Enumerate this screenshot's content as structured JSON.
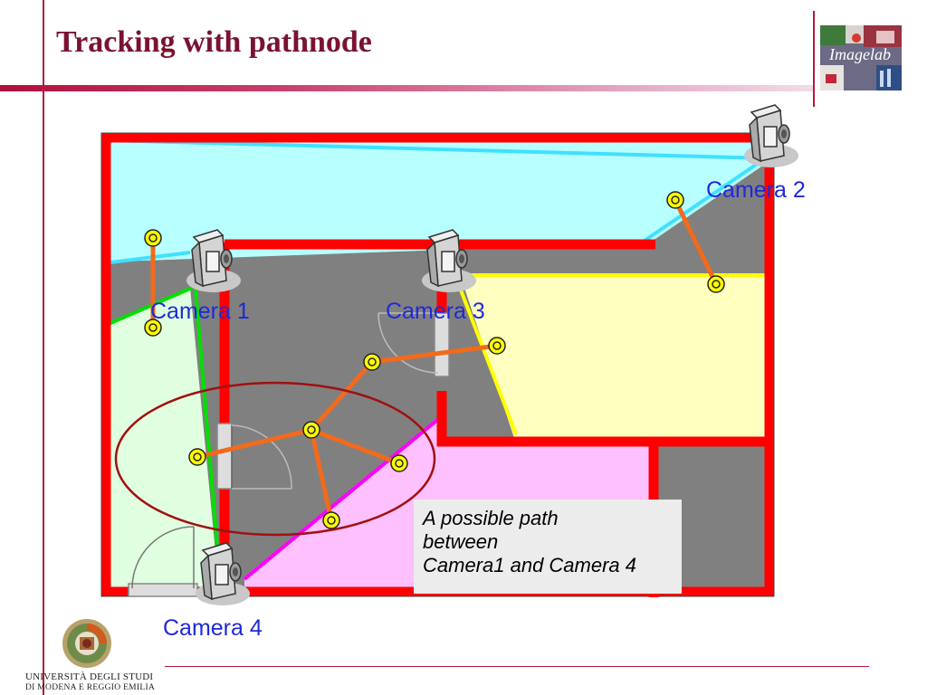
{
  "slide": {
    "title": "Tracking with pathnode"
  },
  "cameras": {
    "camera1": "Camera 1",
    "camera2": "Camera 2",
    "camera3": "Camera 3",
    "camera4": "Camera 4"
  },
  "note": {
    "line1": "A possible path",
    "line2": "between",
    "line3": "Camera1 and Camera 4"
  },
  "logo": {
    "text": "Imagelab"
  },
  "university": {
    "line1": "UNIVERSITÀ DEGLI STUDI",
    "line2": "DI MODENA E REGGIO EMILIA"
  },
  "colors": {
    "title": "#7a1230",
    "wall": "#ff0000",
    "path": "#f26a1b",
    "node": "#ffff00",
    "camera_label": "#1f2ad6",
    "fov_camera1": "#e0ffe0",
    "fov_camera2": "#b8ffff",
    "fov_camera3": "#ffffc0",
    "fov_camera4": "#ffc0ff",
    "corridor": "#808080"
  }
}
